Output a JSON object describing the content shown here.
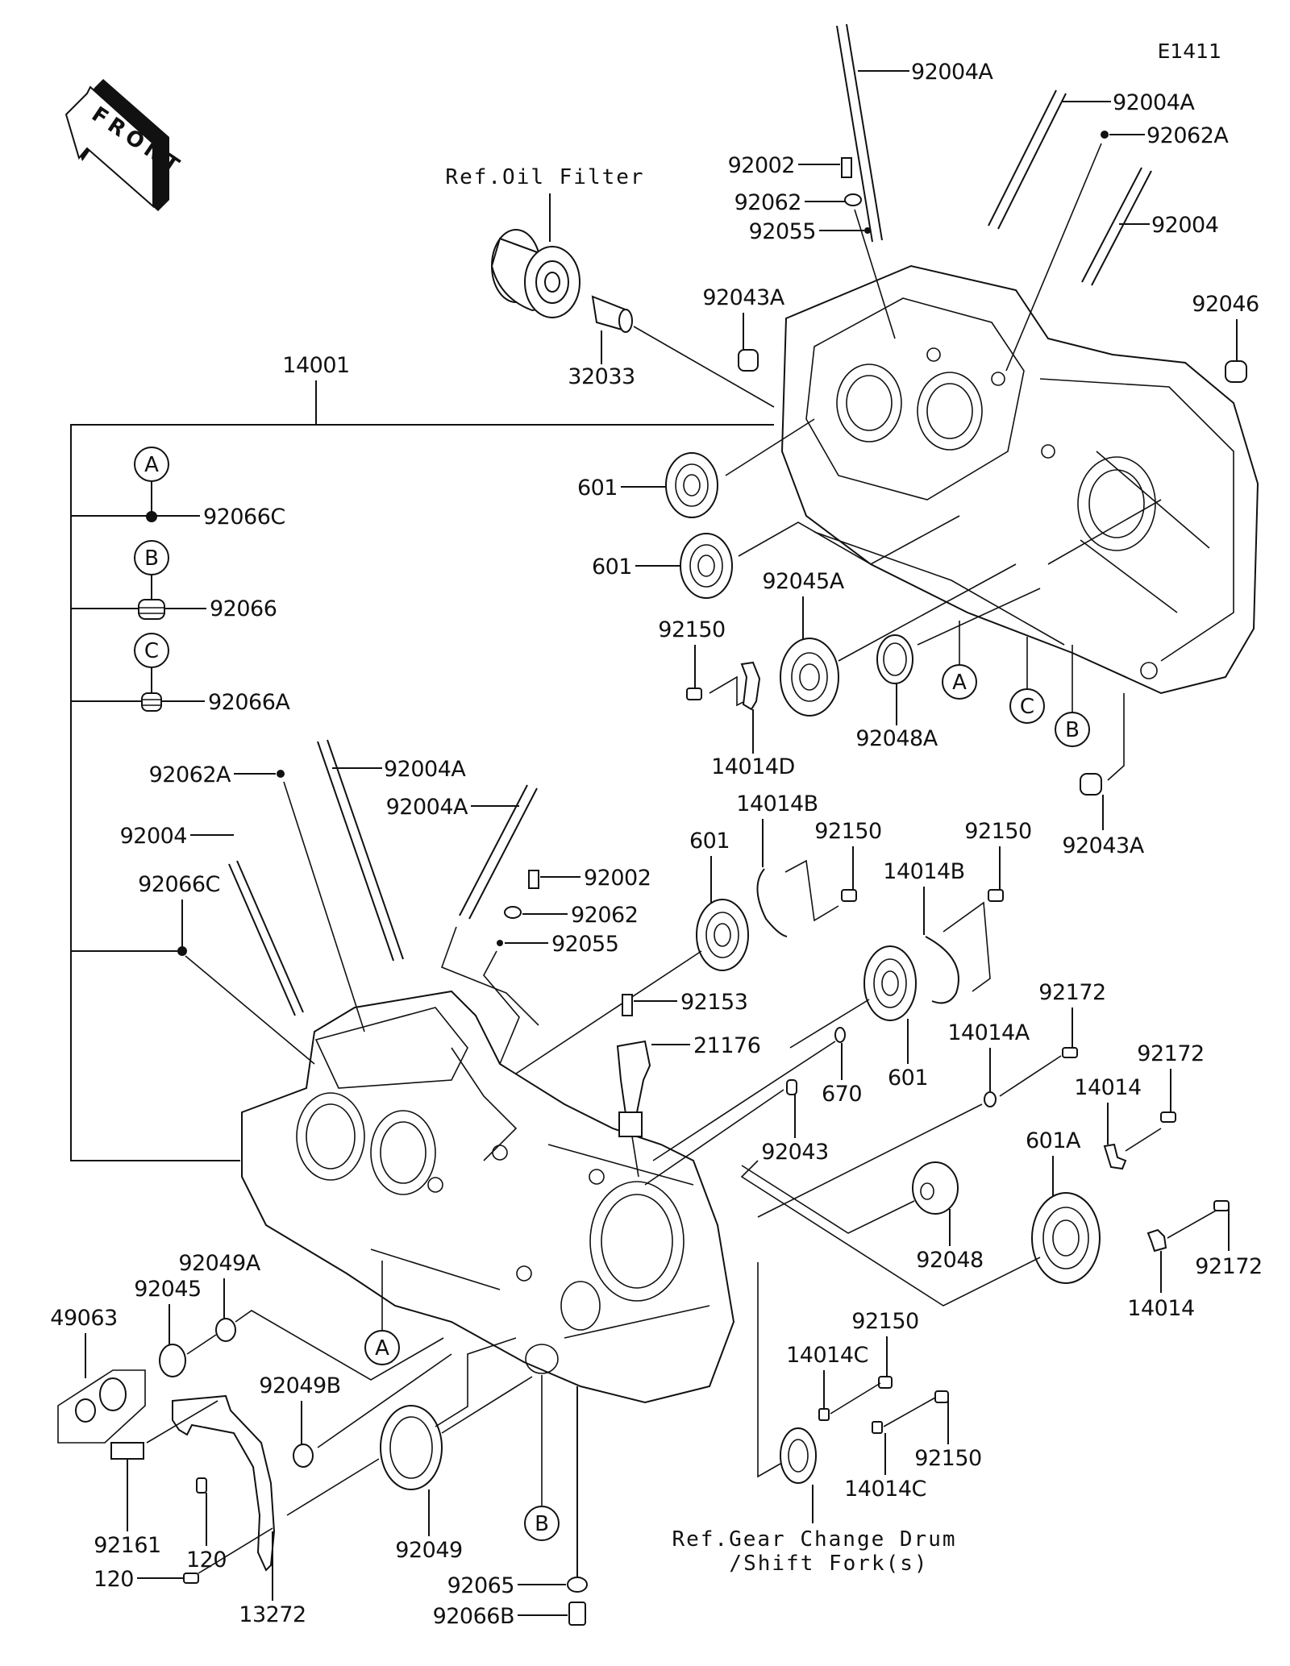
{
  "diagram": {
    "code": "E1411",
    "front_arrow_label": "FRONT",
    "references": {
      "oil_filter": "Ref.Oil Filter",
      "gear_change_line1": "Ref.Gear Change Drum",
      "gear_change_line2": "/Shift Fork(s)"
    },
    "callout_circles": [
      "A",
      "B",
      "C"
    ],
    "assembly_label": "14001",
    "labels": [
      {
        "id": "l1",
        "text": "92004A"
      },
      {
        "id": "l2",
        "text": "92004A"
      },
      {
        "id": "l3",
        "text": "92062A"
      },
      {
        "id": "l4",
        "text": "92002"
      },
      {
        "id": "l5",
        "text": "92062"
      },
      {
        "id": "l6",
        "text": "92055"
      },
      {
        "id": "l7",
        "text": "92004"
      },
      {
        "id": "l8",
        "text": "92046"
      },
      {
        "id": "l9",
        "text": "92043A"
      },
      {
        "id": "l10",
        "text": "32033"
      },
      {
        "id": "l11",
        "text": "601"
      },
      {
        "id": "l12",
        "text": "601"
      },
      {
        "id": "l13",
        "text": "92066C"
      },
      {
        "id": "l14",
        "text": "92066"
      },
      {
        "id": "l15",
        "text": "92066A"
      },
      {
        "id": "l16",
        "text": "92150"
      },
      {
        "id": "l17",
        "text": "92045A"
      },
      {
        "id": "l18",
        "text": "14014D"
      },
      {
        "id": "l19",
        "text": "92048A"
      },
      {
        "id": "l20",
        "text": "92043A"
      },
      {
        "id": "l21",
        "text": "92062A"
      },
      {
        "id": "l22",
        "text": "92004A"
      },
      {
        "id": "l23",
        "text": "92004A"
      },
      {
        "id": "l24",
        "text": "92004"
      },
      {
        "id": "l25",
        "text": "92066C"
      },
      {
        "id": "l26",
        "text": "92002"
      },
      {
        "id": "l27",
        "text": "92062"
      },
      {
        "id": "l28",
        "text": "92055"
      },
      {
        "id": "l29",
        "text": "601"
      },
      {
        "id": "l30",
        "text": "14014B"
      },
      {
        "id": "l31",
        "text": "92150"
      },
      {
        "id": "l32",
        "text": "14014B"
      },
      {
        "id": "l33",
        "text": "92150"
      },
      {
        "id": "l34",
        "text": "92153"
      },
      {
        "id": "l35",
        "text": "21176"
      },
      {
        "id": "l36",
        "text": "670"
      },
      {
        "id": "l37",
        "text": "601"
      },
      {
        "id": "l38",
        "text": "92043"
      },
      {
        "id": "l39",
        "text": "14014A"
      },
      {
        "id": "l40",
        "text": "92172"
      },
      {
        "id": "l41",
        "text": "92172"
      },
      {
        "id": "l42",
        "text": "14014"
      },
      {
        "id": "l43",
        "text": "601A"
      },
      {
        "id": "l44",
        "text": "92048"
      },
      {
        "id": "l45",
        "text": "92172"
      },
      {
        "id": "l46",
        "text": "14014"
      },
      {
        "id": "l47",
        "text": "92049A"
      },
      {
        "id": "l48",
        "text": "92045"
      },
      {
        "id": "l49",
        "text": "49063"
      },
      {
        "id": "l50",
        "text": "92049B"
      },
      {
        "id": "l51",
        "text": "92161"
      },
      {
        "id": "l52",
        "text": "120"
      },
      {
        "id": "l53",
        "text": "120"
      },
      {
        "id": "l54",
        "text": "13272"
      },
      {
        "id": "l55",
        "text": "92049"
      },
      {
        "id": "l56",
        "text": "92065"
      },
      {
        "id": "l57",
        "text": "92066B"
      },
      {
        "id": "l58",
        "text": "92150"
      },
      {
        "id": "l59",
        "text": "14014C"
      },
      {
        "id": "l60",
        "text": "92150"
      },
      {
        "id": "l61",
        "text": "14014C"
      }
    ]
  }
}
